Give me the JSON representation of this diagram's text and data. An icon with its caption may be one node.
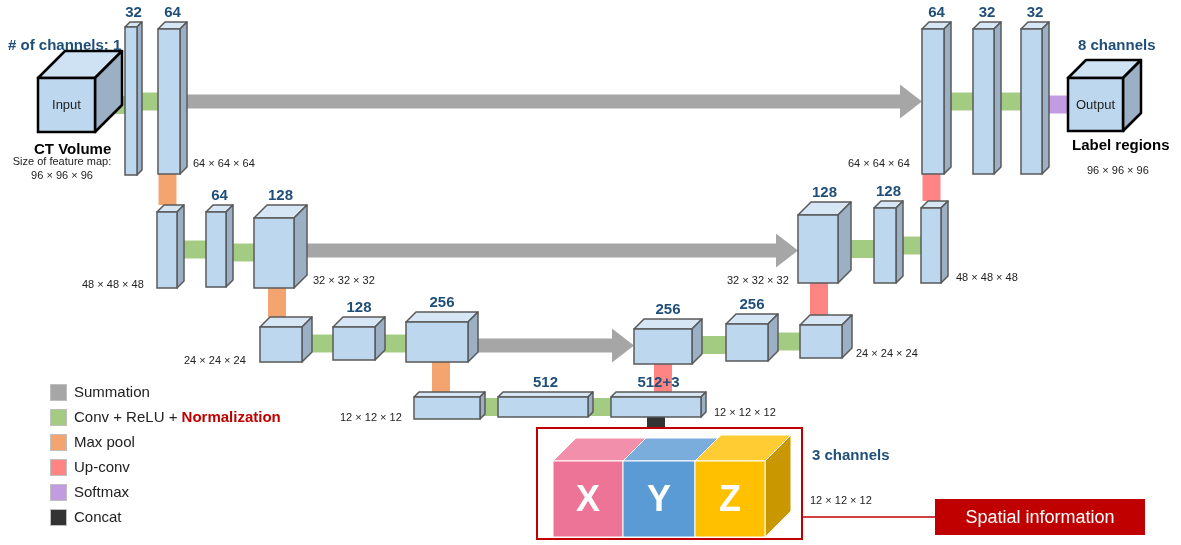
{
  "diagram": {
    "nodes": [
      {
        "text": [
          "Input"
        ],
        "beside": [
          "# of channels: 1",
          "CT Volume",
          "Size of feature map: 96 × 96 × 96"
        ]
      },
      {
        "text": [
          "32"
        ]
      },
      {
        "text": [
          "64"
        ],
        "beside": [
          "64 × 64 × 64"
        ]
      },
      {
        "text": [],
        "shape": "box",
        "beside": [
          "48 × 48 × 48"
        ]
      },
      {
        "text": [
          "64"
        ]
      },
      {
        "text": [
          "128"
        ],
        "beside": [
          "32 × 32 × 32"
        ]
      },
      {
        "text": [],
        "shape": "box",
        "beside": [
          "24 × 24 × 24"
        ]
      },
      {
        "text": [
          "128"
        ]
      },
      {
        "text": [
          "256"
        ]
      },
      {
        "text": [],
        "shape": "box",
        "beside": [
          "12 × 12 × 12"
        ]
      },
      {
        "text": [
          "512"
        ]
      },
      {
        "text": [
          "512+3"
        ],
        "beside": [
          "12 × 12 × 12"
        ]
      },
      {
        "text": [],
        "shape": "box",
        "beside": [
          "3 channels",
          "12 × 12 × 12"
        ]
      },
      {
        "text": [
          "X"
        ],
        "in": 12
      },
      {
        "text": [
          "Y"
        ],
        "in": 12
      },
      {
        "text": [
          "Z"
        ],
        "in": 12
      },
      {
        "text": [
          "256"
        ]
      },
      {
        "text": [
          "256"
        ]
      },
      {
        "text": [],
        "shape": "box",
        "beside": [
          "24 × 24 × 24"
        ]
      },
      {
        "text": [
          "128"
        ],
        "beside": [
          "32 × 32 × 32"
        ]
      },
      {
        "text": [
          "128"
        ]
      },
      {
        "text": [],
        "shape": "box",
        "beside": [
          "48 × 48 × 48"
        ]
      },
      {
        "text": [
          "64"
        ],
        "beside": [
          "64 × 64 × 64"
        ]
      },
      {
        "text": [
          "32"
        ]
      },
      {
        "text": [
          "32"
        ]
      },
      {
        "text": [
          "Output"
        ],
        "beside": [
          "8 channels",
          "Label regions",
          "96 × 96 × 96"
        ]
      },
      {
        "text": [
          "Spatial information"
        ]
      }
    ],
    "edges": [
      {
        "from": 0,
        "to": 1,
        "arrow": "none"
      },
      {
        "from": 1,
        "to": 2,
        "arrow": "none"
      },
      {
        "from": 2,
        "to": 3,
        "arrow": "none",
        "color": "#f4a46e"
      },
      {
        "from": 3,
        "to": 4,
        "arrow": "none"
      },
      {
        "from": 4,
        "to": 5,
        "arrow": "none"
      },
      {
        "from": 5,
        "to": 6,
        "arrow": "none",
        "color": "#f4a46e"
      },
      {
        "from": 6,
        "to": 7,
        "arrow": "none"
      },
      {
        "from": 7,
        "to": 8,
        "arrow": "none"
      },
      {
        "from": 8,
        "to": 9,
        "arrow": "none",
        "color": "#f4a46e"
      },
      {
        "from": 9,
        "to": 10,
        "arrow": "none"
      },
      {
        "from": 10,
        "to": 11,
        "arrow": "none"
      },
      {
        "from": 11,
        "to": 16,
        "arrow": "none",
        "color": "#ff8585"
      },
      {
        "from": 12,
        "to": 11,
        "arrow": "none",
        "color": "#333333"
      },
      {
        "from": 16,
        "to": 17,
        "arrow": "none"
      },
      {
        "from": 17,
        "to": 18,
        "arrow": "none"
      },
      {
        "from": 18,
        "to": 19,
        "arrow": "none",
        "color": "#ff8585"
      },
      {
        "from": 19,
        "to": 20,
        "arrow": "none"
      },
      {
        "from": 20,
        "to": 21,
        "arrow": "none"
      },
      {
        "from": 21,
        "to": 22,
        "arrow": "none",
        "color": "#ff8585"
      },
      {
        "from": 22,
        "to": 23,
        "arrow": "none"
      },
      {
        "from": 23,
        "to": 24,
        "arrow": "none"
      },
      {
        "from": 24,
        "to": 25,
        "arrow": "none",
        "color": "#c39be0"
      },
      {
        "from": 2,
        "to": 22,
        "arrow": "to",
        "color": "#a6a6a6"
      },
      {
        "from": 5,
        "to": 19,
        "arrow": "to",
        "color": "#a6a6a6"
      },
      {
        "from": 8,
        "to": 16,
        "arrow": "to",
        "color": "#a6a6a6"
      },
      {
        "from": 26,
        "to": 12,
        "arrow": "none",
        "color": "#c00000"
      }
    ],
    "legend": [
      {
        "text": "Summation",
        "color": "#a6a6a6"
      },
      {
        "text": "Conv + ReLU + **Normalization**",
        "color": "#a3cc82"
      },
      {
        "text": "Max pool",
        "color": "#f4a46e"
      },
      {
        "text": "Up-conv",
        "color": "#ff8585"
      },
      {
        "text": "Softmax",
        "color": "#c39be0"
      },
      {
        "text": "Concat",
        "color": "#333333"
      }
    ]
  }
}
